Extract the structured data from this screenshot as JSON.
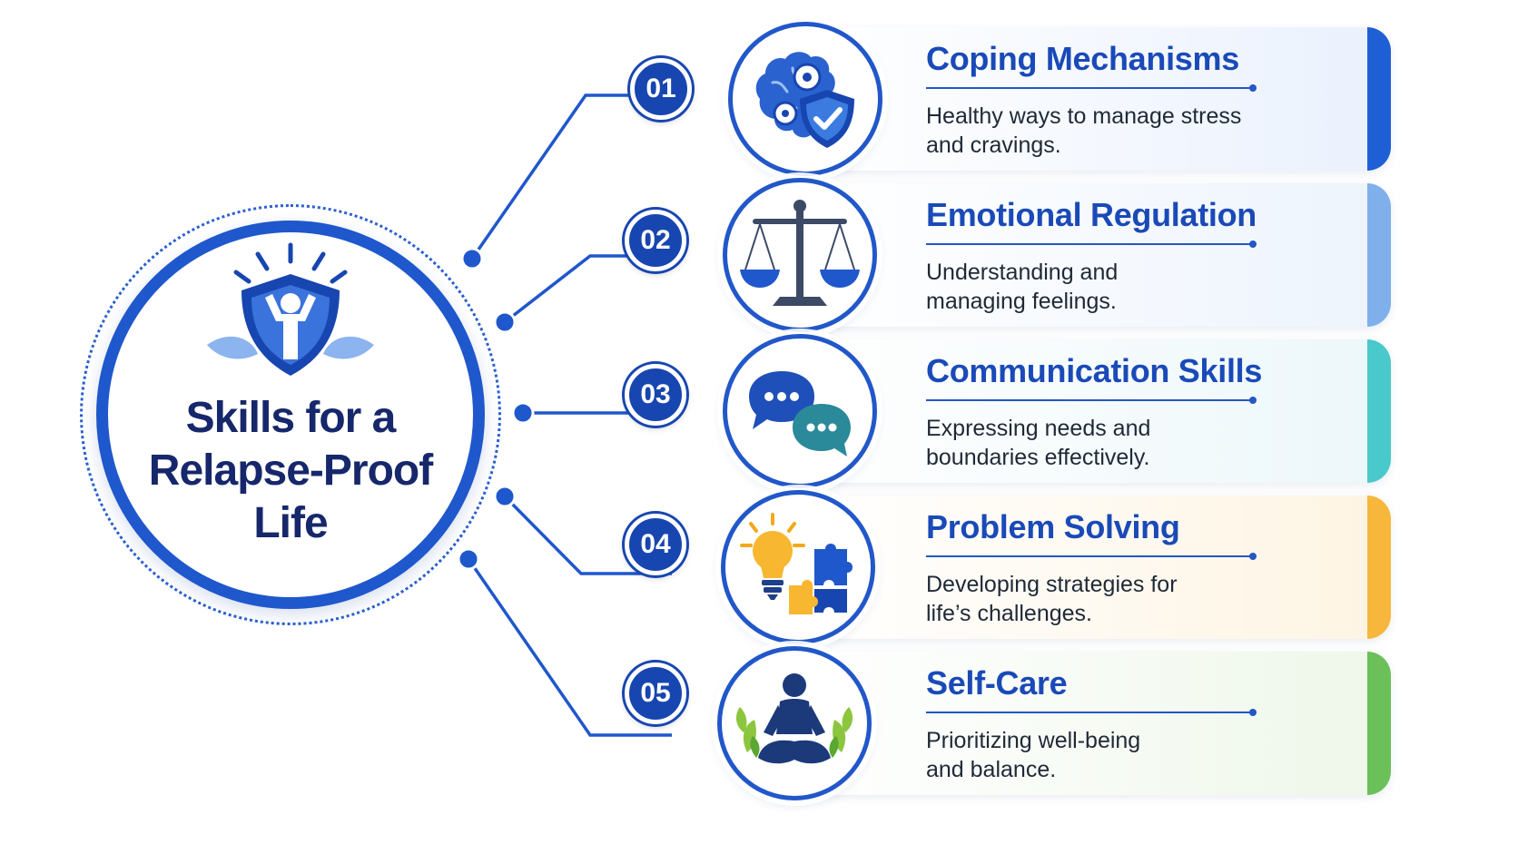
{
  "center": {
    "title_lines": [
      "Skills for a",
      "Relapse-Proof",
      "Life"
    ],
    "emblem_icon": "shield-person-icon"
  },
  "skills": [
    {
      "number": "01",
      "title": "Coping Mechanisms",
      "desc_lines": [
        "Healthy ways to manage stress",
        "and cravings."
      ],
      "icon": "brain-gears-shield-icon",
      "accent_color": "#1f5fd6",
      "bg_color": "#eaf1fd"
    },
    {
      "number": "02",
      "title": "Emotional Regulation",
      "desc_lines": [
        "Understanding and",
        "managing feelings."
      ],
      "icon": "balance-scale-icon",
      "accent_color": "#7fb0ec",
      "bg_color": "#edf4fd"
    },
    {
      "number": "03",
      "title": "Communication Skills",
      "desc_lines": [
        "Expressing needs and",
        "boundaries effectively."
      ],
      "icon": "chat-bubbles-icon",
      "accent_color": "#49c9cc",
      "bg_color": "#ecf7fa"
    },
    {
      "number": "04",
      "title": "Problem Solving",
      "desc_lines": [
        "Developing strategies for",
        "life’s challenges."
      ],
      "icon": "lightbulb-puzzle-icon",
      "accent_color": "#f6b73c",
      "bg_color": "#fef4e2"
    },
    {
      "number": "05",
      "title": "Self-Care",
      "desc_lines": [
        "Prioritizing well-being",
        "and balance."
      ],
      "icon": "meditation-icon",
      "accent_color": "#6cc05a",
      "bg_color": "#eef7e9"
    }
  ]
}
